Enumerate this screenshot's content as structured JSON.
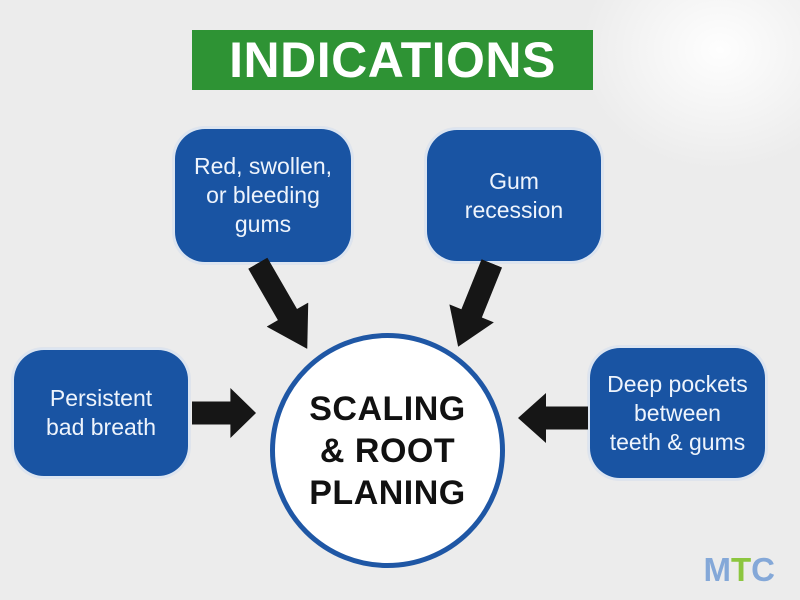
{
  "title": {
    "label": "INDICATIONS"
  },
  "boxes": [
    {
      "name": "red-swollen-or-bleeding-gums",
      "lines": [
        "Red, swollen,",
        "or bleeding",
        "gums"
      ]
    },
    {
      "name": "gum-recession",
      "lines": [
        "Gum",
        "recession"
      ]
    },
    {
      "name": "persistent-bad-breath",
      "lines": [
        "Persistent",
        "bad breath"
      ]
    },
    {
      "name": "deep-pockets-between-teeth-and-gums",
      "lines": [
        "Deep pockets",
        "between",
        "teeth & gums"
      ]
    }
  ],
  "center": {
    "lines": [
      "SCALING",
      "& ROOT",
      "PLANING"
    ]
  },
  "logo": {
    "m": "M",
    "t": "T",
    "c": "C"
  },
  "colors": {
    "background": "#ececec",
    "box_blue": "#1954a3",
    "banner_green": "#2e9334",
    "circle_border": "#1f57a5",
    "arrow_black": "#161616",
    "box_text": "#eef4fc",
    "center_text": "#111111",
    "logo_blue": "#84a8d8",
    "logo_green": "#8cc63f"
  }
}
